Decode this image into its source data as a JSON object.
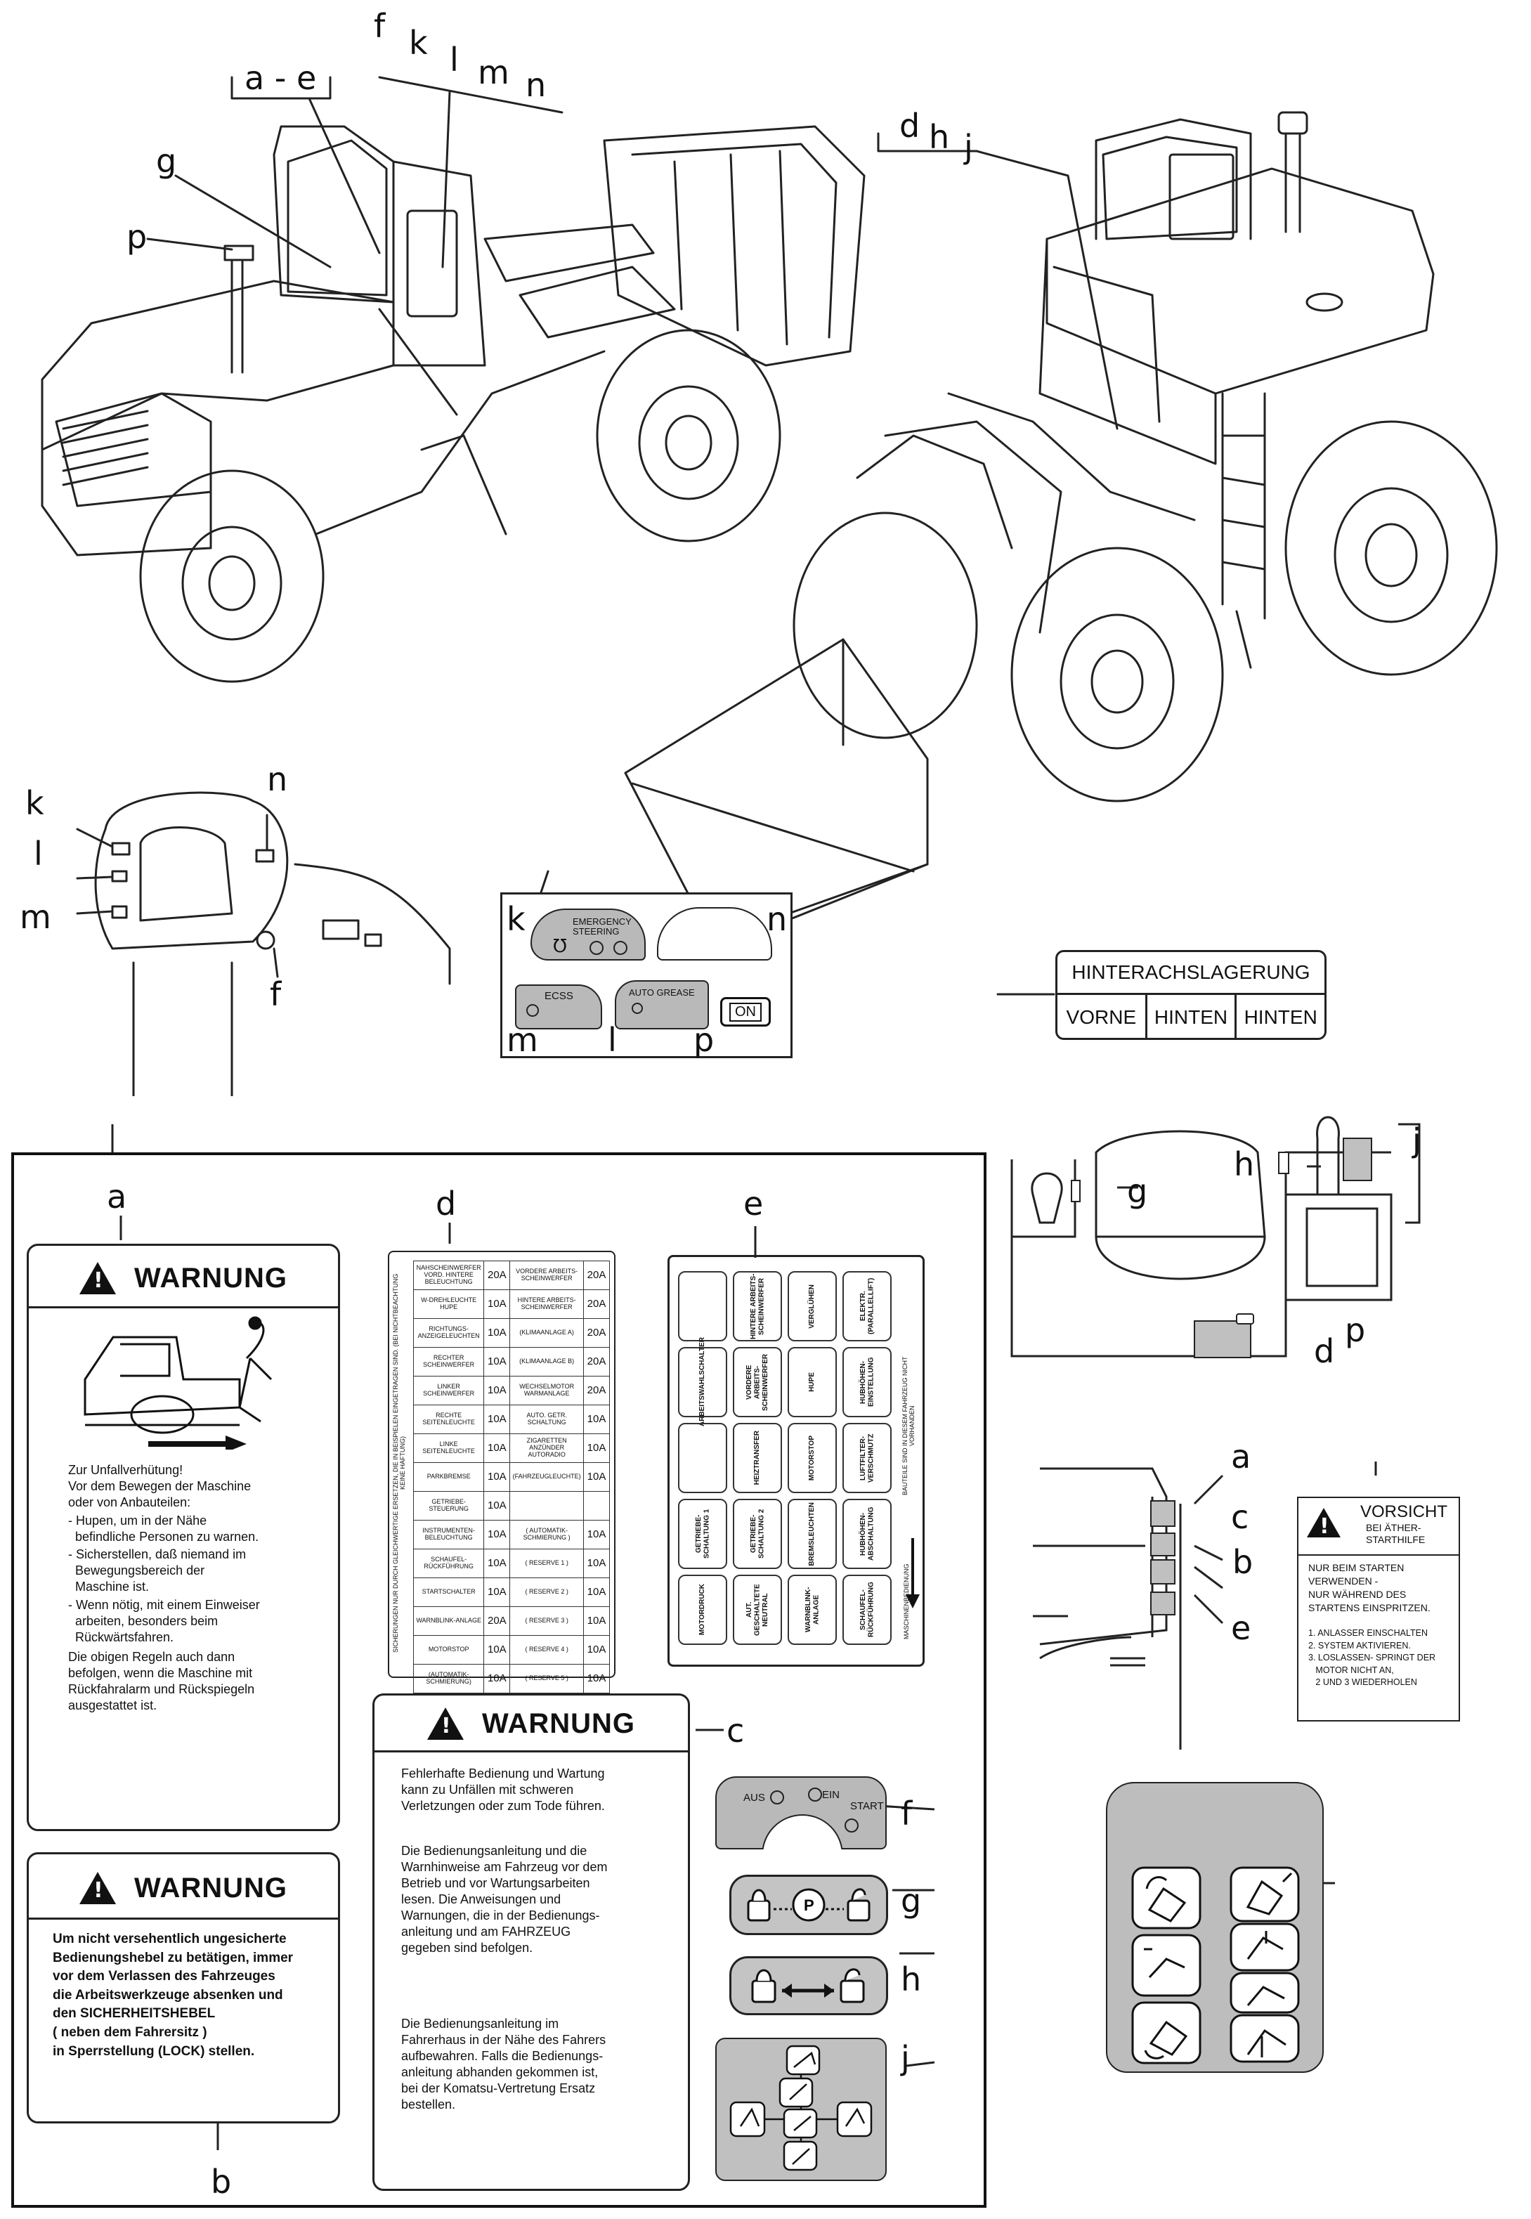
{
  "callouts": {
    "a_e": "a - e",
    "f": "f",
    "k": "k",
    "l": "l",
    "m": "m",
    "n": "n",
    "g": "g",
    "p": "p",
    "d": "d",
    "h": "h",
    "j": "j",
    "a": "a",
    "b": "b",
    "c": "c",
    "e": "e"
  },
  "switch_panel": {
    "emergency_steering": "EMERGENCY\nSTEERING",
    "ecss": "ECSS",
    "auto_grease": "AUTO GREASE",
    "on": "ON",
    "k": "k",
    "n": "n",
    "m": "m",
    "l": "l",
    "p": "p"
  },
  "axle_label": {
    "title": "HINTERACHSLAGERUNG",
    "cells": [
      "VORNE",
      "HINTEN",
      "HINTEN"
    ]
  },
  "warning_a": {
    "heading": "WARNUNG",
    "intro": "Zur Unfallverhütung!\nVor dem Bewegen der Maschine\noder von Anbauteilen:",
    "items": [
      "- Hupen, um in der Nähe\n  befindliche Personen zu warnen.",
      "- Sicherstellen, daß niemand im\n  Bewegungsbereich der\n  Maschine ist.",
      "- Wenn nötig, mit einem Einweiser\n  arbeiten, besonders beim\n  Rückwärtsfahren."
    ],
    "outro": "Die obigen Regeln auch dann\nbefolgen, wenn die Maschine mit\nRückfahralarm und Rückspiegeln\nausgestattet ist."
  },
  "warning_b": {
    "heading": "WARNUNG",
    "text": "Um nicht versehentlich ungesicherte\nBedienungshebel zu betätigen, immer\nvor dem Verlassen des Fahrzeuges\ndie Arbeitswerkzeuge absenken und\nden SICHERHEITSHEBEL\n( neben dem Fahrersitz )\nin Sperrstellung (LOCK) stellen."
  },
  "warning_c": {
    "heading": "WARNUNG",
    "p1": "Fehlerhafte Bedienung und Wartung\nkann zu Unfällen mit schweren\nVerletzungen oder zum Tode führen.",
    "p2": "Die Bedienungsanleitung und die\nWarnhinweise am Fahrzeug vor dem\nBetrieb und vor Wartungsarbeiten\nlesen. Die Anweisungen und\nWarnungen, die in der Bedienungs-\nanleitung und am FAHRZEUG\ngegeben sind befolgen.",
    "p3": "Die Bedienungsanleitung im\nFahrerhaus in der Nähe des Fahrers\naufbewahren. Falls die Bedienungs-\nanleitung abhanden gekommen ist,\nbei der Komatsu-Vertretung Ersatz\nbestellen."
  },
  "fuse_d": {
    "side_note": "SICHERUNGEN NUR DURCH GLEICHWERTIGE ERSETZEN, DIE IN BEISPIELEN EINGETRAGEN SIND. (BEI NICHTBEACHTUNG KEINE HAFTUNG)",
    "left": [
      [
        "NAHSCHEINWERFER VORD. HINTERE BELEUCHTUNG",
        "20A"
      ],
      [
        "W-DREHLEUCHTE HUPE",
        "10A"
      ],
      [
        "RICHTUNGS-ANZEIGELEUCHTEN",
        "10A"
      ],
      [
        "RECHTER SCHEINWERFER",
        "10A"
      ],
      [
        "LINKER SCHEINWERFER",
        "10A"
      ],
      [
        "RECHTE SEITENLEUCHTE",
        "10A"
      ],
      [
        "LINKE SEITENLEUCHTE",
        "10A"
      ],
      [
        "PARKBREMSE",
        "10A"
      ],
      [
        "GETRIEBE-STEUERUNG",
        "10A"
      ],
      [
        "INSTRUMENTEN-BELEUCHTUNG",
        "10A"
      ],
      [
        "SCHAUFEL-RÜCKFÜHRUNG",
        "10A"
      ],
      [
        "STARTSCHALTER",
        "10A"
      ],
      [
        "WARNBLINK-ANLAGE",
        "20A"
      ],
      [
        "MOTORSTOP",
        "10A"
      ],
      [
        "(AUTOMATIK-SCHMIERUNG)",
        "10A"
      ]
    ],
    "right": [
      [
        "VORDERE ARBEITS-SCHEINWERFER",
        "20A"
      ],
      [
        "HINTERE ARBEITS-SCHEINWERFER",
        "20A"
      ],
      [
        "(KLIMAANLAGE A)",
        "20A"
      ],
      [
        "(KLIMAANLAGE B)",
        "20A"
      ],
      [
        "WECHSELMOTOR WARMANLAGE",
        "20A"
      ],
      [
        "AUTO. GETR. SCHALTUNG",
        "10A"
      ],
      [
        "ZIGARETTEN ANZÜNDER AUTORADIO",
        "10A"
      ],
      [
        "(FAHRZEUGLEUCHTE)",
        "10A"
      ],
      [
        "",
        ""
      ],
      [
        "( AUTOMATIK-SCHMIERUNG )",
        "10A"
      ],
      [
        "( RESERVE 1 )",
        "10A"
      ],
      [
        "( RESERVE 2 )",
        "10A"
      ],
      [
        "( RESERVE 3 )",
        "10A"
      ],
      [
        "( RESERVE 4 )",
        "10A"
      ],
      [
        "( RESERVE 5 )",
        "10A"
      ]
    ]
  },
  "switch_e": {
    "side_note": "BAUTEILE SIND IN DIESEM FAHRZEUG NICHT VORHANDEN",
    "bottom_note": "MASCHINENBEDIENUNG",
    "cells": [
      "",
      "HINTERE ARBEITS-SCHEINWERFER",
      "VERGLÜHEN",
      "ELEKTR. (PARALLELLIFT)",
      "ARBEITSWAHLSCHALTER",
      "VORDERE ARBEITS-SCHEINWERFER",
      "HUPE",
      "HUBHÖHEN-EINSTELLUNG",
      "",
      "HEIZTRANSFER",
      "MOTORSTOP",
      "LUFTFILTER-VERSCHMUTZ",
      "GETRIEBE-SCHALTUNG 1",
      "GETRIEBE-SCHALTUNG 2",
      "BREMSLEUCHTEN",
      "HUBHÖHEN-ABSCHALTUNG",
      "MOTORDRUCK",
      "AUT. GESCHALTETE NEUTRAL",
      "WARNBLINK-ANLAGE",
      "SCHAUFEL-RÜCKFÜHRUNG"
    ]
  },
  "ignition_f": {
    "aus": "AUS",
    "ein": "EIN",
    "start": "START"
  },
  "vorsicht": {
    "heading": "VORSICHT",
    "sub": "BEI ÄTHER-\nSTARTHILFE",
    "body": "NUR BEIM STARTEN\nVERWENDEN -\nNUR WÄHREND DES\nSTARTENS EINSPRITZEN.",
    "steps": "1. ANLASSER EINSCHALTEN\n2. SYSTEM AKTIVIEREN.\n3. LOSLASSEN- SPRINGT DER\n   MOTOR NICHT AN,\n   2 UND 3 WIEDERHOLEN"
  }
}
